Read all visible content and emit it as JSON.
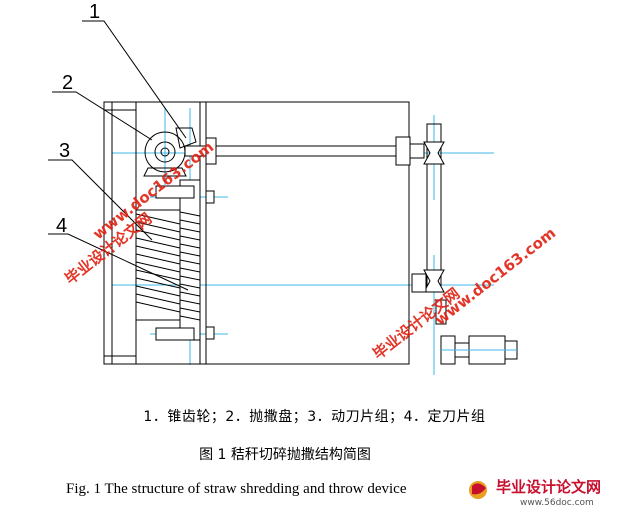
{
  "callouts": [
    "1",
    "2",
    "3",
    "4"
  ],
  "legend": "1．锥齿轮；2．抛撒盘；3．动刀片组；4．定刀片组",
  "caption_cn": "图 1  秸秆切碎抛撒结构简图",
  "caption_en": "Fig. 1 The structure of straw shredding and throw device",
  "watermark": {
    "cn": "毕业设计论文网",
    "url": "www.doc163.com",
    "logo_cn": "毕业设计论文网",
    "logo_url": "www.56doc.com"
  },
  "colors": {
    "line": "#000000",
    "centerline": "#3fb8e8",
    "watermark": "#e02010"
  }
}
